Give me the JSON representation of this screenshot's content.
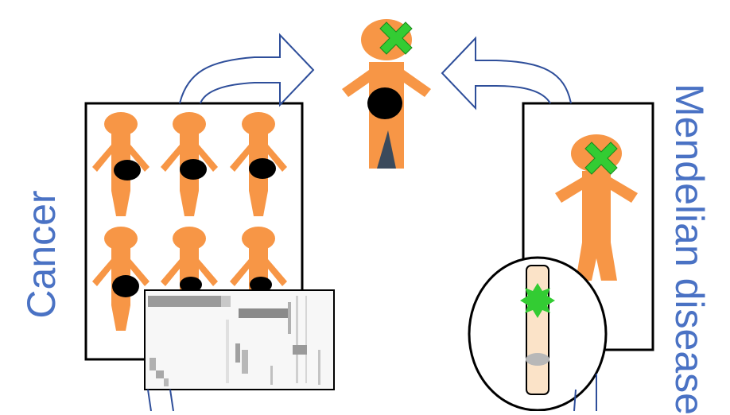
{
  "labels": {
    "left": "Cancer",
    "right": "Mendelian disease"
  },
  "colors": {
    "person": "#f79646",
    "tumor": "#000000",
    "marker": "#33cc33",
    "arrow_outline": "#2e4e9a",
    "label": "#4a72c4",
    "chromosome": "#fbe3c8",
    "wedge": "#3a4a5c"
  },
  "icons": [
    "person-icon",
    "tumor-icon",
    "x-mark-icon",
    "arrow-icon",
    "chromosome-icon",
    "mutation-burst-icon",
    "heatmap-panel"
  ]
}
